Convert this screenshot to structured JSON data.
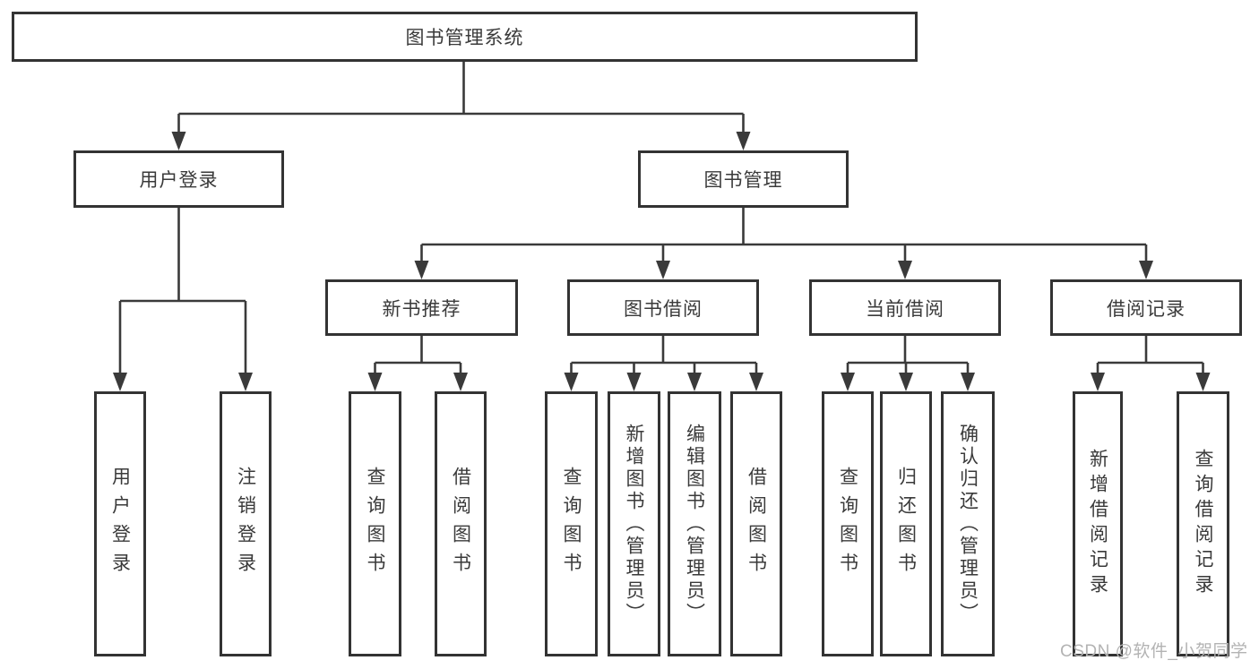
{
  "tree": {
    "root": "图书管理系统",
    "branches": [
      {
        "label": "用户登录",
        "children": [
          "用户登录",
          "注销登录"
        ]
      },
      {
        "label": "图书管理",
        "children": [
          {
            "label": "新书推荐",
            "children": [
              "查询图书",
              "借阅图书"
            ]
          },
          {
            "label": "图书借阅",
            "children": [
              "查询图书",
              "新增图书（管理员）",
              "编辑图书（管理员）",
              "借阅图书"
            ]
          },
          {
            "label": "当前借阅",
            "children": [
              "查询图书",
              "归还图书",
              "确认归还（管理员）"
            ]
          },
          {
            "label": "借阅记录",
            "children": [
              "新增借阅记录",
              "查询借阅记录"
            ]
          }
        ]
      }
    ]
  },
  "watermark": "CSDN @软件_小贺同学",
  "colors": {
    "line": "#3a3a3a",
    "box_border": "#333333",
    "text": "#3a3a3a",
    "background": "#ffffff",
    "watermark": "#b3b3b3"
  }
}
